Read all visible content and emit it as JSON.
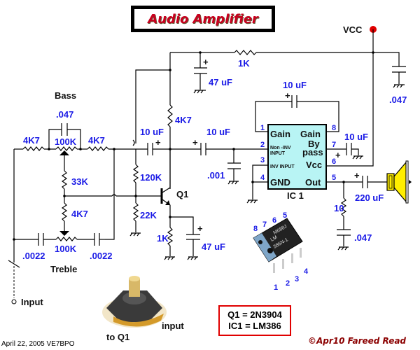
{
  "title": "Audio Amplifier",
  "supply": {
    "label": "VCC",
    "dot_color": "#e00000"
  },
  "labels": {
    "bass": "Bass",
    "treble": "Treble",
    "input": "Input",
    "q1": "Q1",
    "ic1": "IC 1"
  },
  "components": {
    "bass_cap": ".047",
    "bass_r_left": "4K7",
    "bass_pot": "100K",
    "bass_r_right": "4K7",
    "mid_r_33k": "33K",
    "mid_r_4k7": "4K7",
    "treble_cap_left": ".0022",
    "treble_pot": "100K",
    "treble_cap_right": ".0022",
    "coupling_cap_1": "10 uF",
    "coupling_cap_2": "10 uF",
    "bias_r_top": "120K",
    "bias_r_bottom": "22K",
    "collector_r": "4K7",
    "emitter_r": "1K",
    "emitter_cap": "47 uF",
    "filter_cap": ".001",
    "supply_r": "1K",
    "supply_cap": "47 uF",
    "gain_cap": "10 uF",
    "bypass_cap": "10 uF",
    "vcc_decouple": ".047",
    "output_cap": "220 uF",
    "zobel_r": "10",
    "zobel_cap": ".047"
  },
  "ic": {
    "pins": [
      {
        "num": "1",
        "name": "Gain"
      },
      {
        "num": "2",
        "name": "Non -INV INPUT"
      },
      {
        "num": "3",
        "name": "INV INPUT"
      },
      {
        "num": "4",
        "name": "GND"
      },
      {
        "num": "5",
        "name": "Out"
      },
      {
        "num": "6",
        "name": "Vcc"
      },
      {
        "num": "7",
        "name": "By pass"
      },
      {
        "num": "8",
        "name": "Gain"
      }
    ],
    "fill": "#b8f4f4",
    "chip_marking": [
      "M688J",
      "LM",
      "386N-1"
    ],
    "chip_pin_labels": [
      "1",
      "2",
      "3",
      "4",
      "5",
      "6",
      "7",
      "8"
    ]
  },
  "pot_photo": {
    "label_left": "to Q1",
    "label_right": "input"
  },
  "parts_list": [
    "Q1 = 2N3904",
    "IC1 = LM386"
  ],
  "footer": {
    "date": "April 22, 2005  VE7BPO",
    "copyright": "©Apr10 Fareed Read"
  }
}
